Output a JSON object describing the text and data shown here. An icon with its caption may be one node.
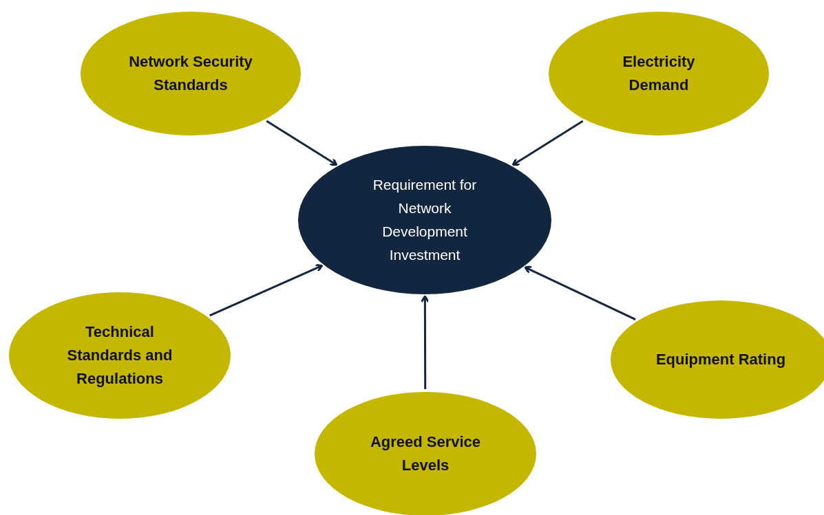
{
  "diagram": {
    "nodes": [
      {
        "text": [
          "Network Security Standards"
        ]
      },
      {
        "text": [
          "Electricity Demand"
        ]
      },
      {
        "text": [
          "Requirement for Network Development Investment"
        ]
      },
      {
        "text": [
          "Technical Standards and Regulations"
        ]
      },
      {
        "text": [
          "Equipment Rating"
        ]
      },
      {
        "text": [
          "Agreed Service Levels"
        ]
      }
    ],
    "edges": [
      {
        "from": 0,
        "to": 2,
        "arrow": "to"
      },
      {
        "from": 1,
        "to": 2,
        "arrow": "to"
      },
      {
        "from": 3,
        "to": 2,
        "arrow": "to"
      },
      {
        "from": 4,
        "to": 2,
        "arrow": "to"
      },
      {
        "from": 5,
        "to": 2,
        "arrow": "to"
      }
    ]
  }
}
